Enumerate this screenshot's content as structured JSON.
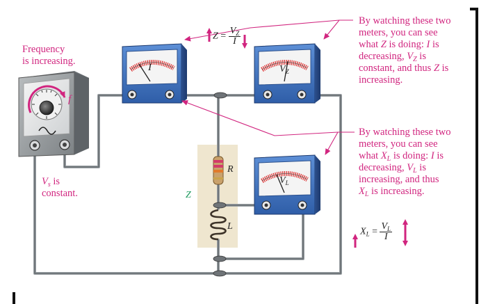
{
  "annotations": {
    "frequency": {
      "line1": "Frequency",
      "line2": "is increasing."
    },
    "vs_note": {
      "symbol": "V",
      "sub": "s",
      "text1": " is",
      "line2": "constant."
    },
    "top_note": {
      "line1": "By watching these two",
      "line2": "meters, you can see",
      "line3_a": "what ",
      "line3_z": "Z",
      "line3_b": " is doing: ",
      "line3_i": "I",
      "line3_c": " is",
      "line4_a": "decreasing, ",
      "line4_v": "V",
      "line4_sub": "Z",
      "line4_b": " is",
      "line5_a": "constant, and thus ",
      "line5_z": "Z",
      "line5_b": " is",
      "line6": "increasing."
    },
    "bottom_note": {
      "line1": "By watching these two",
      "line2": "meters, you can see",
      "line3_a": "what ",
      "line3_x": "X",
      "line3_sub": "L",
      "line3_b": " is doing: ",
      "line3_i": "I",
      "line3_c": " is",
      "line4_a": "decreasing, ",
      "line4_v": "V",
      "line4_sub": "L",
      "line4_b": " is",
      "line5": "increasing, and thus",
      "line6_x": "X",
      "line6_sub": "L",
      "line6_b": " is increasing."
    }
  },
  "labels": {
    "meter1": "I",
    "meter2_v": "V",
    "meter2_sub": "Z",
    "meter3_v": "V",
    "meter3_sub": "L",
    "resistor": "R",
    "inductor": "L",
    "impedance": "Z",
    "freq_knob": "f"
  },
  "formulas": {
    "z": {
      "lhs": "Z",
      "eq": " = ",
      "num_v": "V",
      "num_sub": "Z",
      "den": "I"
    },
    "xl": {
      "lhs": "X",
      "lhs_sub": "L",
      "eq": " = ",
      "num_v": "V",
      "num_sub": "L",
      "den": "I"
    }
  },
  "colors": {
    "accent": "#d1257f",
    "meter_blue": "#3a6fc0",
    "generator_gray": "#8a8f93",
    "component_box": "#efe6cf"
  }
}
